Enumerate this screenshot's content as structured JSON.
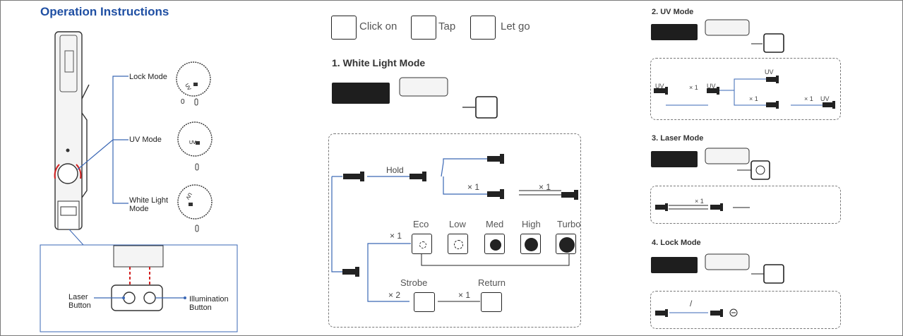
{
  "title": "Operation Instructions",
  "legend": {
    "click": "Click on",
    "tap": "Tap",
    "letgo": "Let go"
  },
  "dials": {
    "lock": "Lock Mode",
    "uv": "UV Mode",
    "white": "White Light Mode"
  },
  "dial_text": {
    "uv": "UV",
    "zero": "0"
  },
  "buttons": {
    "laser": "Laser Button",
    "illum": "Illumination Button"
  },
  "white_mode": {
    "heading": "1. White Light Mode",
    "hold": "Hold",
    "x1": "× 1",
    "x2": "× 2",
    "levels": [
      "Eco",
      "Low",
      "Med",
      "High",
      "Turbo"
    ],
    "strobe": "Strobe",
    "return": "Return"
  },
  "uv_mode": {
    "heading": "2. UV Mode",
    "uv": "UV",
    "x1": "× 1"
  },
  "laser_mode": {
    "heading": "3. Laser Mode",
    "x1": "× 1"
  },
  "lock_mode": {
    "heading": "4. Lock Mode",
    "slash": "/"
  },
  "colors": {
    "title": "#1f4fa3",
    "line": "#3a67b5",
    "dash_red": "#d21f1f"
  }
}
